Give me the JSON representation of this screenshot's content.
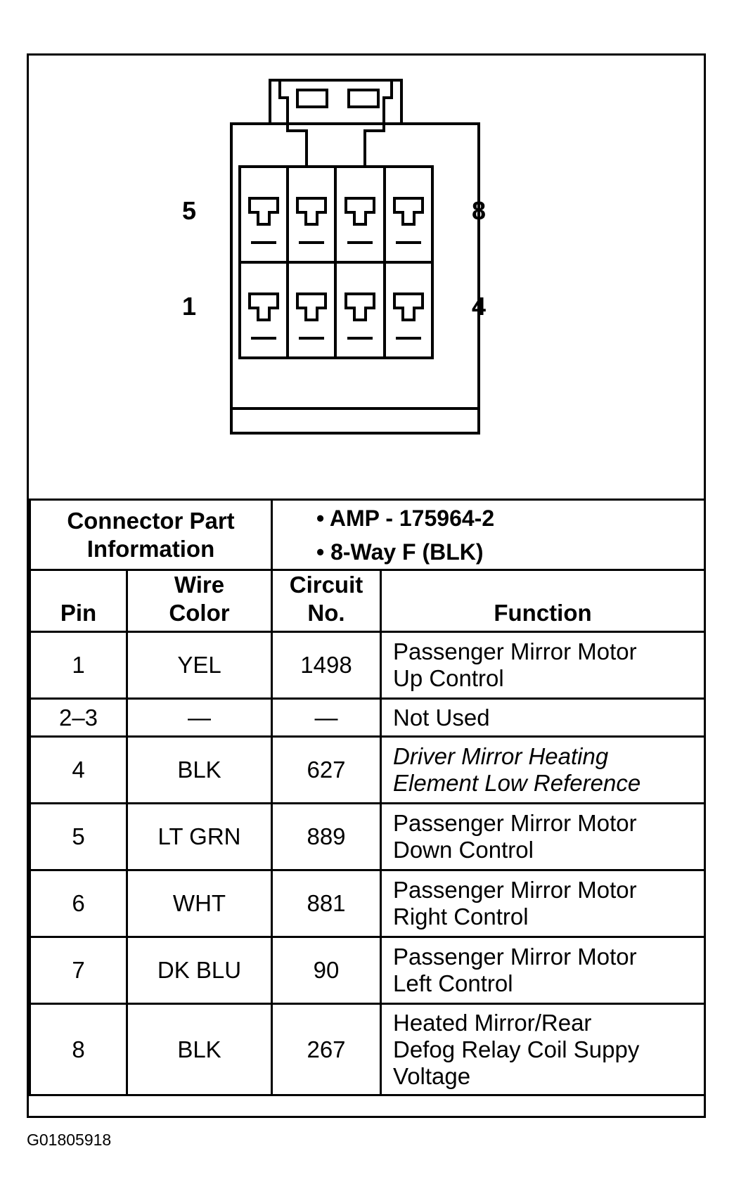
{
  "connector": {
    "pin_labels": {
      "top_left": "5",
      "bottom_left": "1",
      "top_right": "8",
      "bottom_right": "4"
    }
  },
  "part_info": {
    "label_line1": "Connector Part",
    "label_line2": "Information",
    "items": [
      "• AMP - 175964-2",
      "• 8-Way F (BLK)"
    ]
  },
  "table": {
    "headers": {
      "pin": "Pin",
      "wire_color_1": "Wire",
      "wire_color_2": "Color",
      "circuit_1": "Circuit",
      "circuit_2": "No.",
      "function": "Function"
    },
    "rows": [
      {
        "pin": "1",
        "color": "YEL",
        "circuit": "1498",
        "function": [
          "Passenger Mirror Motor",
          "Up Control"
        ]
      },
      {
        "pin": "2–3",
        "color": "—",
        "circuit": "—",
        "function": [
          "Not Used"
        ]
      },
      {
        "pin": "4",
        "color": "BLK",
        "circuit": "627",
        "function": [
          "Driver Mirror Heating",
          "Element Low Reference"
        ]
      },
      {
        "pin": "5",
        "color": "LT GRN",
        "circuit": "889",
        "function": [
          "Passenger Mirror Motor",
          "Down Control"
        ]
      },
      {
        "pin": "6",
        "color": "WHT",
        "circuit": "881",
        "function": [
          "Passenger Mirror Motor",
          "Right Control"
        ]
      },
      {
        "pin": "7",
        "color": "DK BLU",
        "circuit": "90",
        "function": [
          "Passenger Mirror Motor",
          "Left Control"
        ]
      },
      {
        "pin": "8",
        "color": "BLK",
        "circuit": "267",
        "function": [
          "Heated Mirror/Rear",
          "Defog Relay Coil Suppy",
          "Voltage"
        ]
      }
    ]
  },
  "figure_id": "G01805918"
}
